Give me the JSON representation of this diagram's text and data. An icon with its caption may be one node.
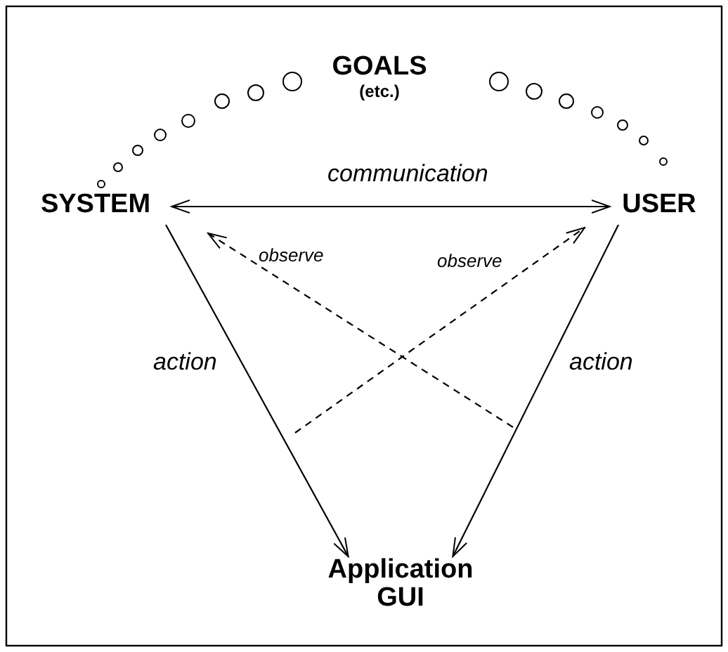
{
  "diagram": {
    "nodes": [
      {
        "text": [
          "GOALS",
          "(etc.)"
        ]
      },
      {
        "text": [
          "SYSTEM"
        ]
      },
      {
        "text": [
          "USER"
        ]
      },
      {
        "text": [
          "Application GUI"
        ]
      }
    ],
    "edges": [
      {
        "from": 1,
        "to": 2,
        "arrow": "both",
        "label": "communication"
      },
      {
        "from": 1,
        "to": 3,
        "arrow": "to",
        "label": "action"
      },
      {
        "from": 2,
        "to": 3,
        "arrow": "to",
        "label": "action"
      },
      {
        "from": null,
        "to": 1,
        "arrow": "to",
        "label": "observe",
        "style": "dashed"
      },
      {
        "from": null,
        "to": 2,
        "arrow": "to",
        "label": "observe",
        "style": "dashed"
      }
    ]
  }
}
